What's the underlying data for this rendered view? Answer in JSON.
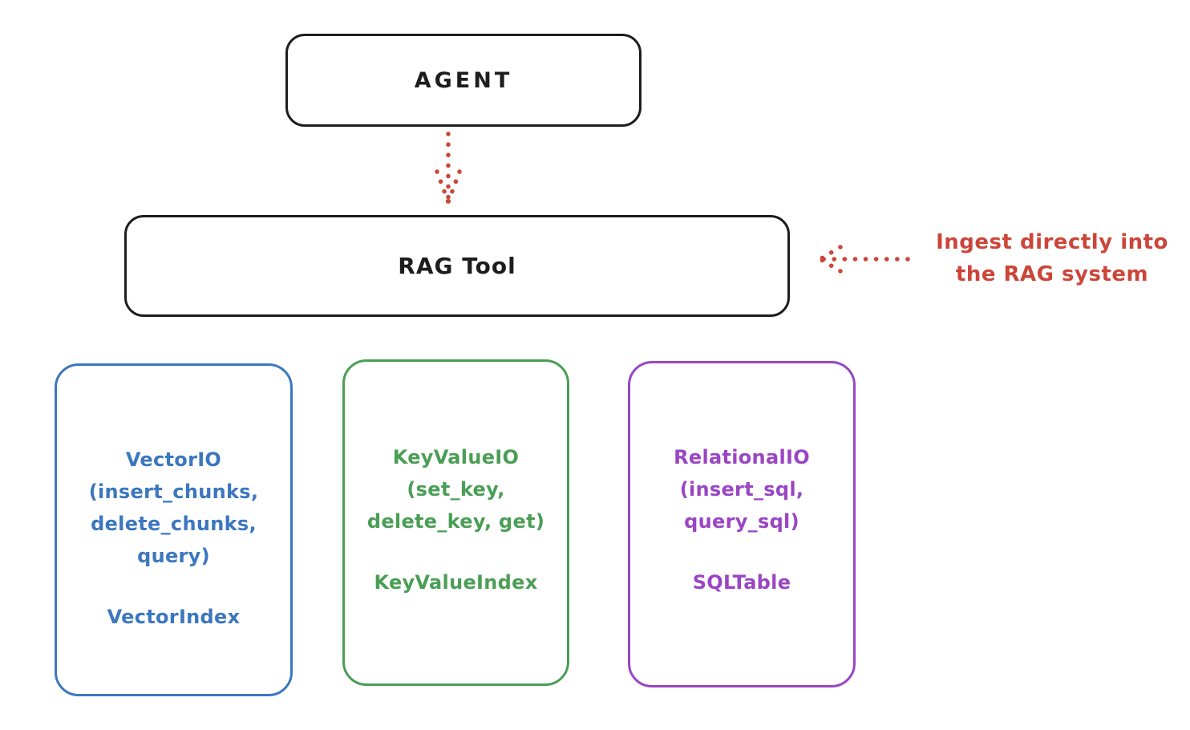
{
  "colors": {
    "red": "#cc4539",
    "black": "#1d1d1d",
    "blue": "#3b77bf",
    "green": "#4a9e55",
    "purple": "#9a45c4"
  },
  "agent": {
    "label": "AGENT"
  },
  "rag_tool": {
    "label": "RAG Tool"
  },
  "annotation": {
    "line1": "Ingest directly into",
    "line2": "the RAG system"
  },
  "backends": [
    {
      "name": "vector-io",
      "color": "#3b77bf",
      "io_lines": [
        "VectorIO",
        "(insert_chunks,",
        "delete_chunks,",
        "query)"
      ],
      "index_label": "VectorIndex"
    },
    {
      "name": "keyvalue-io",
      "color": "#4a9e55",
      "io_lines": [
        "KeyValueIO",
        "(set_key,",
        "delete_key, get)"
      ],
      "index_label": "KeyValueIndex"
    },
    {
      "name": "relational-io",
      "color": "#9a45c4",
      "io_lines": [
        "RelationalIO",
        "(insert_sql,",
        "query_sql)"
      ],
      "index_label": "SQLTable"
    }
  ]
}
